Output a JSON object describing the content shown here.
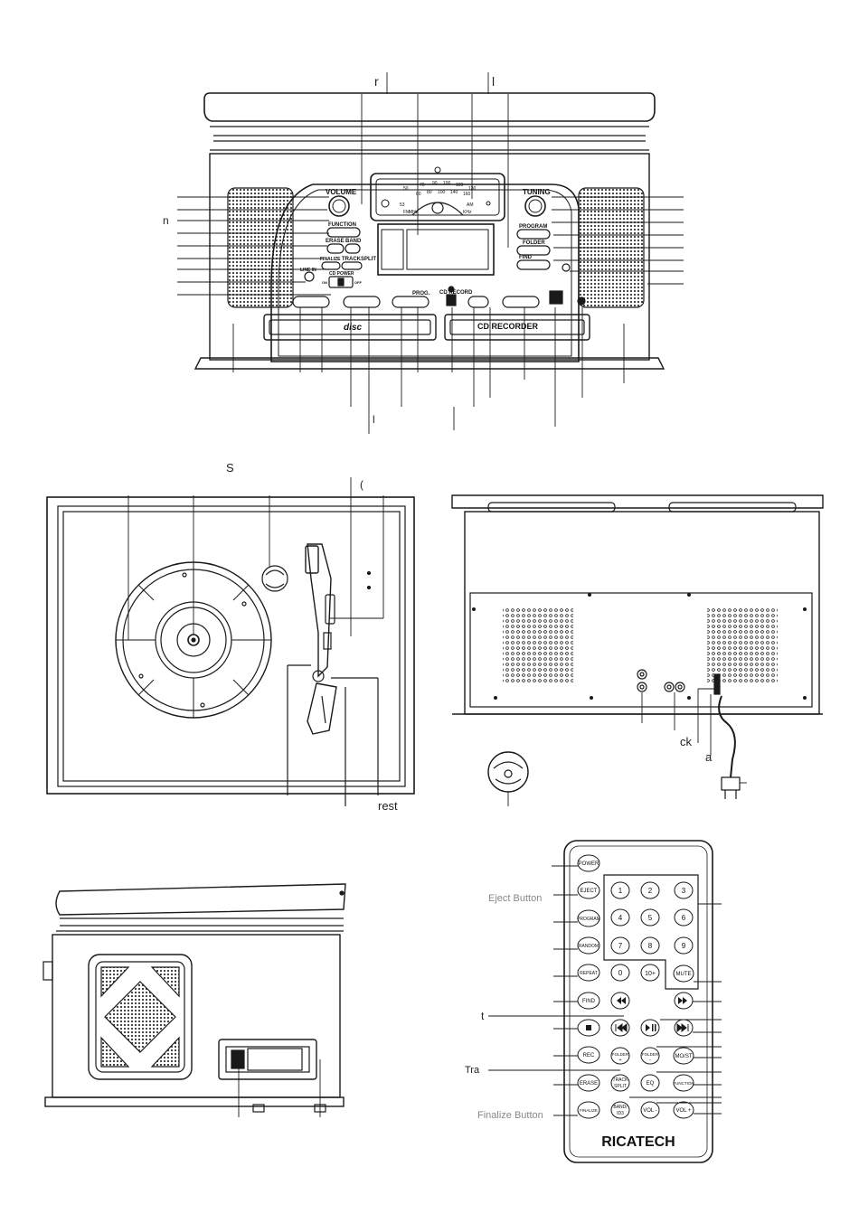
{
  "front_panel": {
    "knob_left": "VOLUME",
    "knob_right": "TUNING",
    "function": "FUNCTION",
    "erase": "ERASE",
    "band": "BAND",
    "finalize": "FINALIZE",
    "tracksplit": "TRACKSPLIT",
    "line_in": "LINE IN",
    "cd_power": "CD POWER",
    "on": "ON",
    "off": "OFF",
    "prog": "PROG.",
    "program": "PROGRAM",
    "folder": "FOLDER",
    "find": "FIND",
    "cd_recorder": "CD RECORDER",
    "cd_record": "CD RECORD",
    "disc": "disc",
    "dial_top": [
      "50",
      "70",
      "90",
      "100",
      "120",
      "130"
    ],
    "dial_mid": [
      "53",
      "60",
      "80",
      "100",
      "140",
      "160"
    ],
    "dial_am": "AM",
    "dial_fm": "FM",
    "dial_khz": "KHz",
    "dial_mhz": "MHz"
  },
  "remote": {
    "brand": "RICATECH",
    "left_col": [
      "POWER",
      "EJECT",
      "PROGRAM",
      "RANDOM",
      "REPEAT",
      "FIND",
      "REC",
      "ERASE",
      "FINALIZE"
    ],
    "numpad": [
      "1",
      "2",
      "3",
      "4",
      "5",
      "6",
      "7",
      "8",
      "9",
      "0",
      "10+"
    ],
    "mute": "MUTE",
    "folder_plus": "FOLDER",
    "folder_minus": "FOLDER",
    "eq": "EQ",
    "mo_st": "MO/ST",
    "function": "FUNCTION",
    "track_split_1": "TRACK",
    "track_split_2": "SPLIT",
    "band_1": "BAND/",
    "band_2": "ID3",
    "vol_minus": "VOL -",
    "vol_plus": "VOL +"
  },
  "partial_labels": {
    "top_r": "r",
    "top_l": "l",
    "left_n": "n",
    "turntable_s": "S",
    "turntable_paren": "(",
    "under_l": "l",
    "jack_ck": "ck",
    "jack_a": "a",
    "rest": "rest",
    "eject_button": "Eject Button",
    "remote_t": "t",
    "remote_tra": "Tra",
    "finalize_button": "Finalize Button"
  },
  "colors": {
    "line": "#1a1a1a",
    "fill": "#ffffff",
    "grey": "#d9d9d9"
  }
}
